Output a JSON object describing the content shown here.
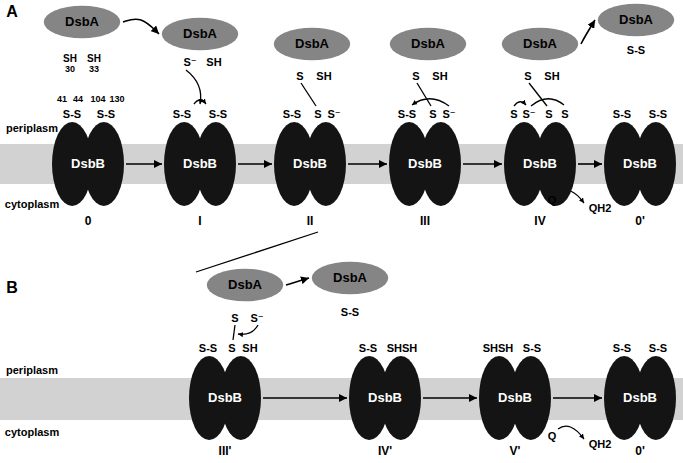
{
  "diagram": {
    "nodes": [
      {
        "text": [
          "DsbA"
        ]
      },
      {
        "text": [
          "DsbB"
        ]
      },
      {
        "text": [
          "DsbA"
        ]
      },
      {
        "text": [
          "DsbB"
        ]
      },
      {
        "text": [
          "DsbA"
        ]
      },
      {
        "text": [
          "DsbB"
        ]
      },
      {
        "text": [
          "DsbA"
        ]
      },
      {
        "text": [
          "DsbB"
        ]
      },
      {
        "text": [
          "DsbA"
        ]
      },
      {
        "text": [
          "DsbB"
        ]
      },
      {
        "text": [
          "DsbA"
        ]
      },
      {
        "text": [
          "DsbB"
        ]
      },
      {
        "text": [
          "DsbA"
        ]
      },
      {
        "text": [
          "DsbA"
        ]
      },
      {
        "text": [
          "DsbB"
        ]
      },
      {
        "text": [
          "DsbB"
        ]
      },
      {
        "text": [
          "DsbB"
        ]
      },
      {
        "text": [
          "DsbB"
        ]
      }
    ],
    "edges": [
      {
        "from": 0,
        "to": 2,
        "arrow": "to"
      },
      {
        "from": 1,
        "to": 3,
        "arrow": "to"
      },
      {
        "from": 3,
        "to": 5,
        "arrow": "to"
      },
      {
        "from": 5,
        "to": 7,
        "arrow": "to"
      },
      {
        "from": 7,
        "to": 9,
        "arrow": "to"
      },
      {
        "from": 9,
        "to": 11,
        "arrow": "to"
      },
      {
        "from": 8,
        "to": 10,
        "arrow": "to"
      },
      {
        "from": 12,
        "to": 13,
        "arrow": "to"
      },
      {
        "from": 14,
        "to": 15,
        "arrow": "to"
      },
      {
        "from": 15,
        "to": 16,
        "arrow": "to"
      },
      {
        "from": 16,
        "to": 17,
        "arrow": "to"
      }
    ],
    "labels": [
      "A",
      "SH",
      "SH",
      "30",
      "33",
      "41",
      "44",
      "104",
      "130",
      "S-S",
      "S-S",
      "periplasm",
      "cytoplasm",
      "S⁻",
      "SH",
      "S-S",
      "S-S",
      "S",
      "SH",
      "S-S",
      "S",
      "S⁻",
      "S",
      "SH",
      "S-S",
      "S",
      "S⁻",
      "S",
      "SH",
      "S",
      "S⁻",
      "S",
      "S",
      "S-S",
      "S-S",
      "S-S",
      "Q",
      "QH2",
      "0",
      "I",
      "II",
      "III",
      "IV",
      "0'",
      "B",
      "S",
      "S⁻",
      "S-S",
      "periplasm",
      "S-S",
      "S",
      "SH",
      "cytoplasm",
      "S-S",
      "SHSH",
      "SHSH",
      "S-S",
      "S-S",
      "S-S",
      "Q",
      "QH2",
      "III'",
      "IV'",
      "V'",
      "0'"
    ]
  }
}
